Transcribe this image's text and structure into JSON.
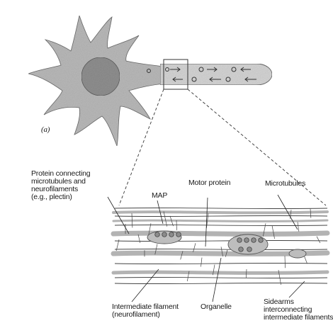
{
  "figure": {
    "panel_label": "(a)",
    "labels": {
      "protein_connecting": "Protein connecting\nmicrotubules and\nneurofilaments\n(e.g., plectin)",
      "map": "MAP",
      "motor_protein": "Motor protein",
      "microtubules": "Microtubules",
      "intermediate_filament": "Intermediate filament\n(neurofilament)",
      "organelle": "Organelle",
      "sidearms": "Sidearms\ninterconnecting\nintermediate filaments"
    }
  },
  "colors": {
    "cell_body": "#b9b9b9",
    "nucleus": "#8f8f8f",
    "axon": "#d4d4d4",
    "microtubule": "#9a9a9a",
    "filament": "#444444",
    "outline": "#555555"
  }
}
